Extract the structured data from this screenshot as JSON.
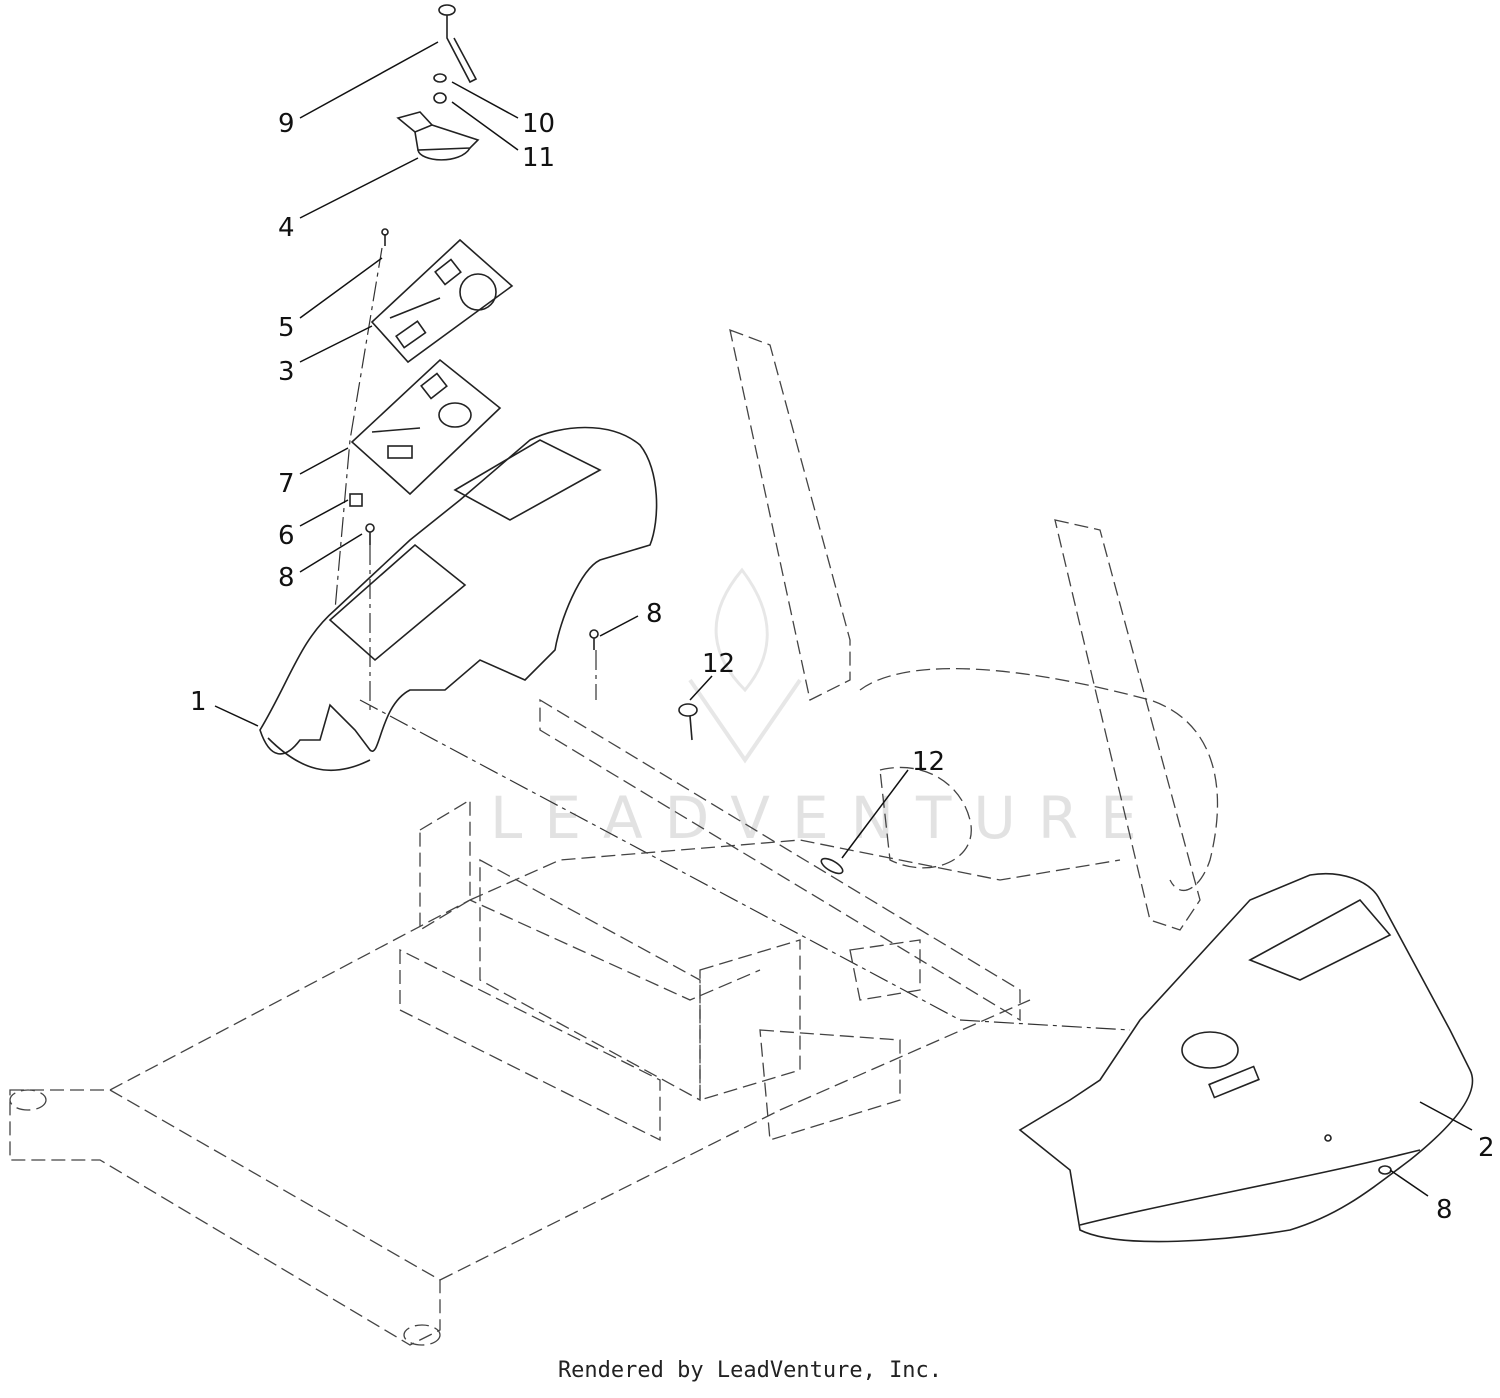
{
  "callouts": [
    {
      "id": "9",
      "label": "9"
    },
    {
      "id": "10",
      "label": "10"
    },
    {
      "id": "11",
      "label": "11"
    },
    {
      "id": "4",
      "label": "4"
    },
    {
      "id": "5",
      "label": "5"
    },
    {
      "id": "3",
      "label": "3"
    },
    {
      "id": "7",
      "label": "7"
    },
    {
      "id": "6",
      "label": "6"
    },
    {
      "id": "8a",
      "label": "8"
    },
    {
      "id": "8b",
      "label": "8"
    },
    {
      "id": "1",
      "label": "1"
    },
    {
      "id": "12a",
      "label": "12"
    },
    {
      "id": "12b",
      "label": "12"
    },
    {
      "id": "2",
      "label": "2"
    },
    {
      "id": "8c",
      "label": "8"
    }
  ],
  "watermark": "LEADVENTURE",
  "footer": "Rendered by LeadVenture, Inc.",
  "colors": {
    "line": "#222222",
    "background": "#ffffff",
    "watermark": "#cccccc"
  }
}
